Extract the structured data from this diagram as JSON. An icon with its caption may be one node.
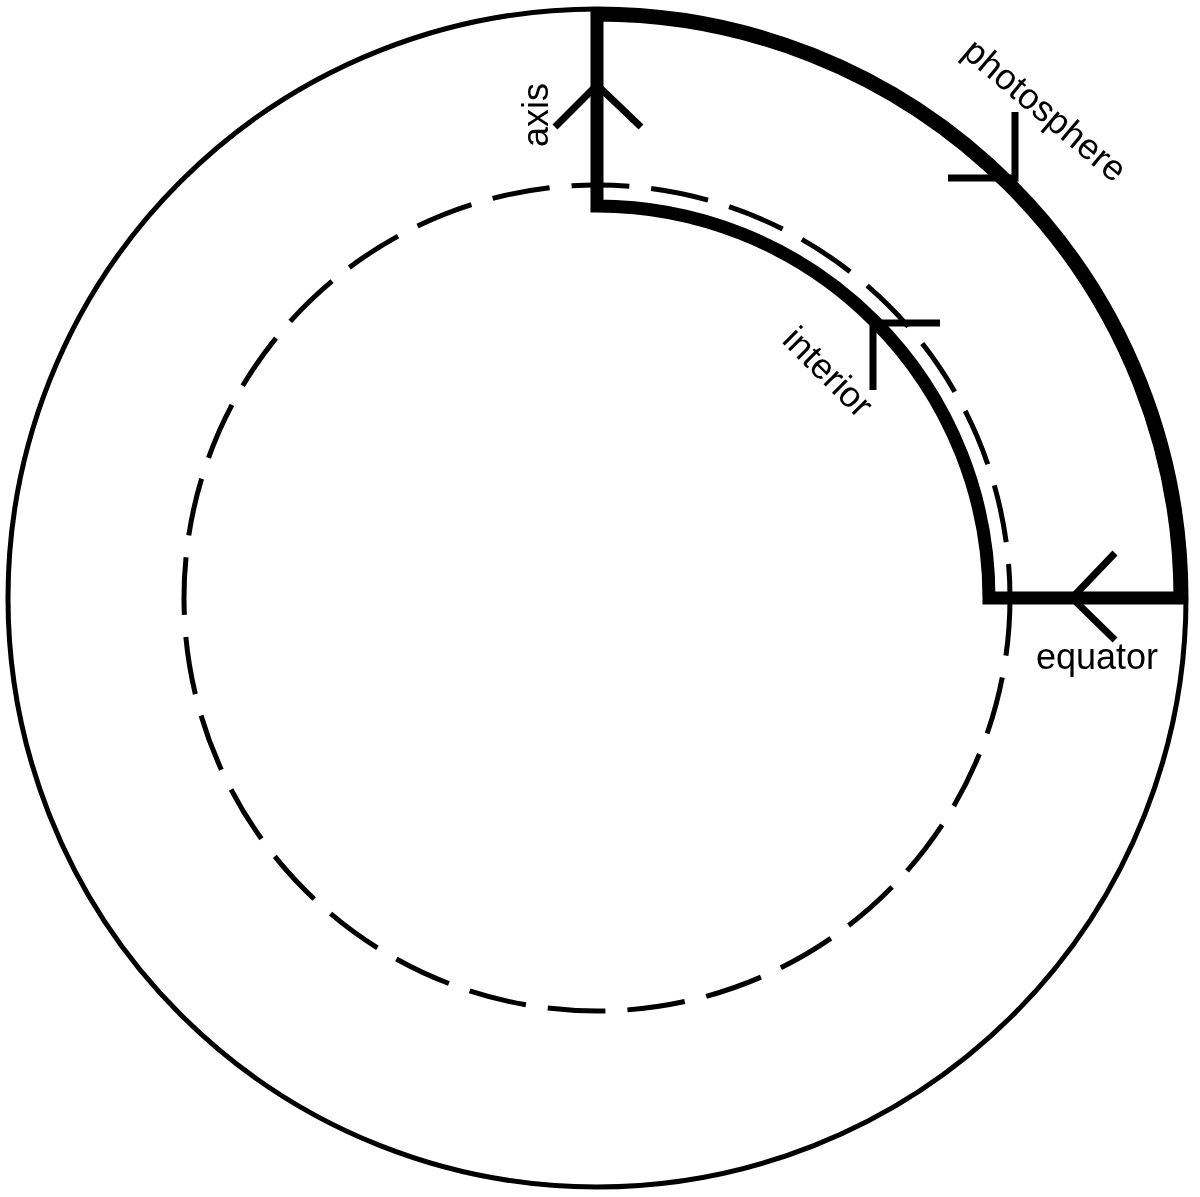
{
  "diagram": {
    "labels": [
      "axis",
      "photosphere",
      "interior",
      "equator"
    ]
  }
}
